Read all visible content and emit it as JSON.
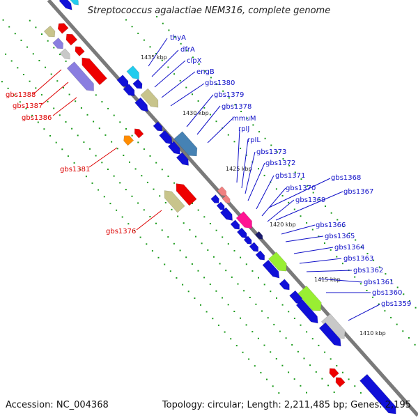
{
  "title": "Streptococcus agalactiae NEM316, complete genome",
  "accession": "Accession: NC_004368",
  "summary": "Topology: circular; Length: 2,211,485 bp; Genes: 2,195",
  "scale_labels": [
    "1435 kbp",
    "1430 kbp",
    "1425 kbp",
    "1420 kbp",
    "1415 kbp",
    "1410 kbp"
  ],
  "forward_genes": [
    "thyA",
    "dfrA",
    "clpX",
    "engB",
    "gbs1380",
    "gbs1379",
    "gbs1378",
    "mmuM",
    "rpIJ",
    "rpIL",
    "gbs1373",
    "gbs1372",
    "gbs1371",
    "gbs1370",
    "gbs1369",
    "gbs1368",
    "gbs1367",
    "gbs1366",
    "gbs1365",
    "gbs1364",
    "gbs1363",
    "gbs1362",
    "gbs1361",
    "gbs1360",
    "gbs1359"
  ],
  "reverse_genes": [
    "gbs1388",
    "gbs1387",
    "gbs1386",
    "gbs1381",
    "gbs1376"
  ],
  "colors": {
    "backbone": "#7a7a7a",
    "blue": "#1010d8",
    "red": "#ee0000",
    "olive": "#c8c48c",
    "lavender": "#8a7ee0",
    "cyan": "#22ccee",
    "steel": "#4682b4",
    "orange": "#ff8c00",
    "salmon": "#f08080",
    "magenta": "#ff1493",
    "navy": "#1a1a6e",
    "lime": "#99ee33",
    "grey": "#c8c8c8",
    "tick": "#1a9a1a",
    "label_fwd": "#1010c8",
    "label_rev": "#dd0000"
  }
}
